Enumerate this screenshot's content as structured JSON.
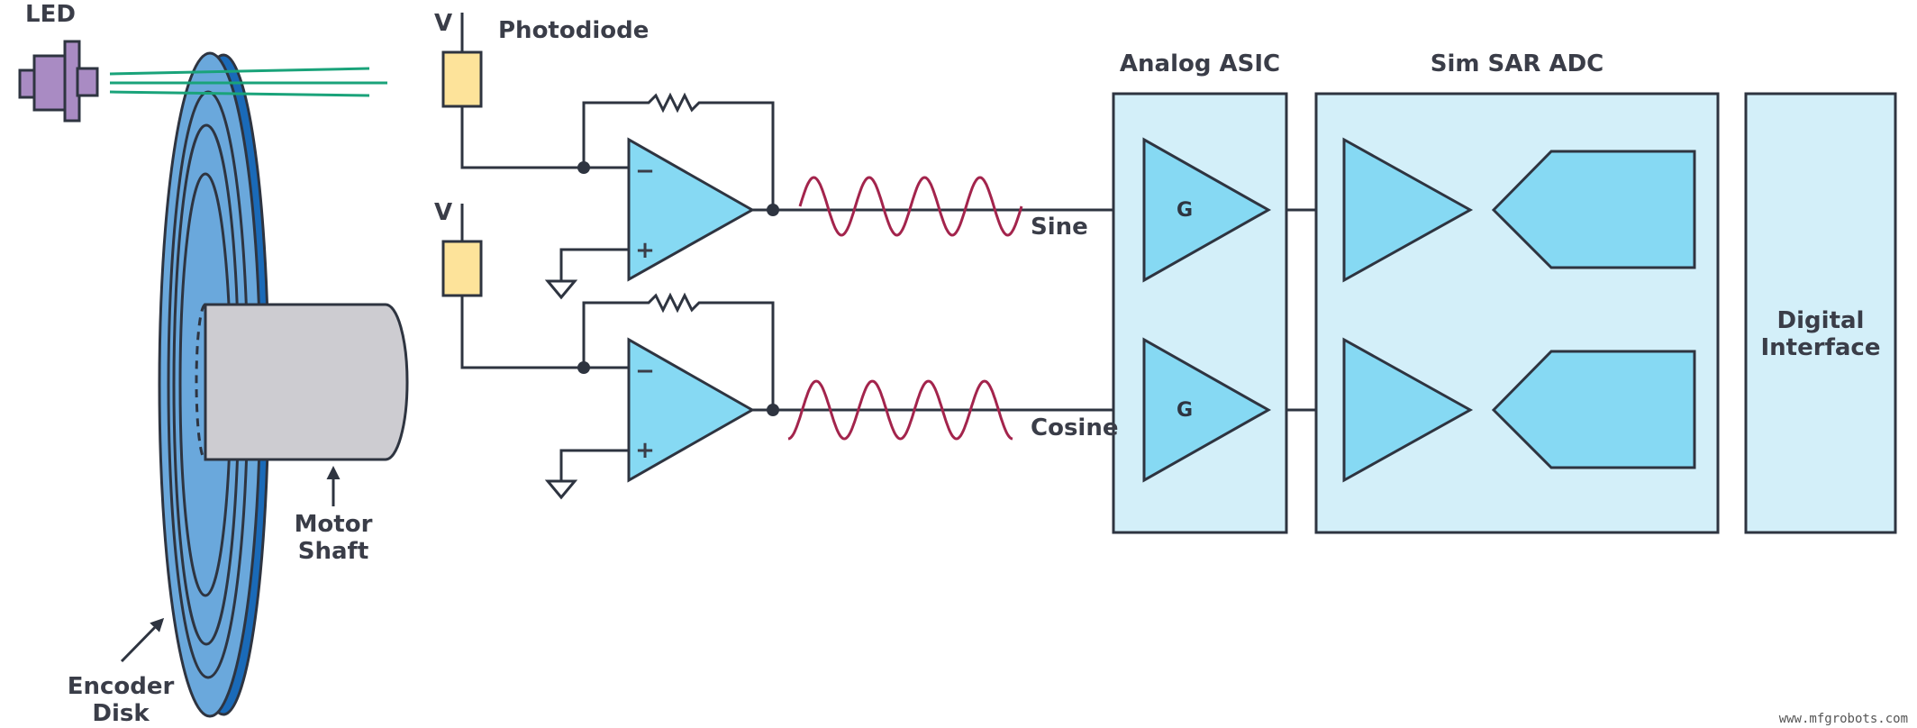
{
  "labels": {
    "led": "LED",
    "photodiode": "Photodiode",
    "v_top": "V",
    "v_bottom": "V",
    "sine": "Sine",
    "cosine": "Cosine",
    "analog_asic": "Analog ASIC",
    "sim_sar_adc": "Sim SAR ADC",
    "gain_top": "G",
    "gain_bottom": "G",
    "opamp_minus": "−",
    "opamp_plus": "+",
    "digital_interface_line1": "Digital",
    "digital_interface_line2": "Interface",
    "motor_shaft_line1": "Motor",
    "motor_shaft_line2": "Shaft",
    "encoder_disk_line1": "Encoder",
    "encoder_disk_line2": "Disk",
    "watermark": "www.mfgrobots.com"
  },
  "colors": {
    "disk_front": "#6aa8dc",
    "disk_edge": "#1a6ab8",
    "shaft": "#cdccd1",
    "led": "#a98bc3",
    "light_beam": "#1aa37a",
    "photodiode": "#fde39a",
    "amplifier": "#86d9f3",
    "block_fill": "#d3eff9",
    "signal_wave": "#a3244c",
    "wire": "#2e3440"
  }
}
